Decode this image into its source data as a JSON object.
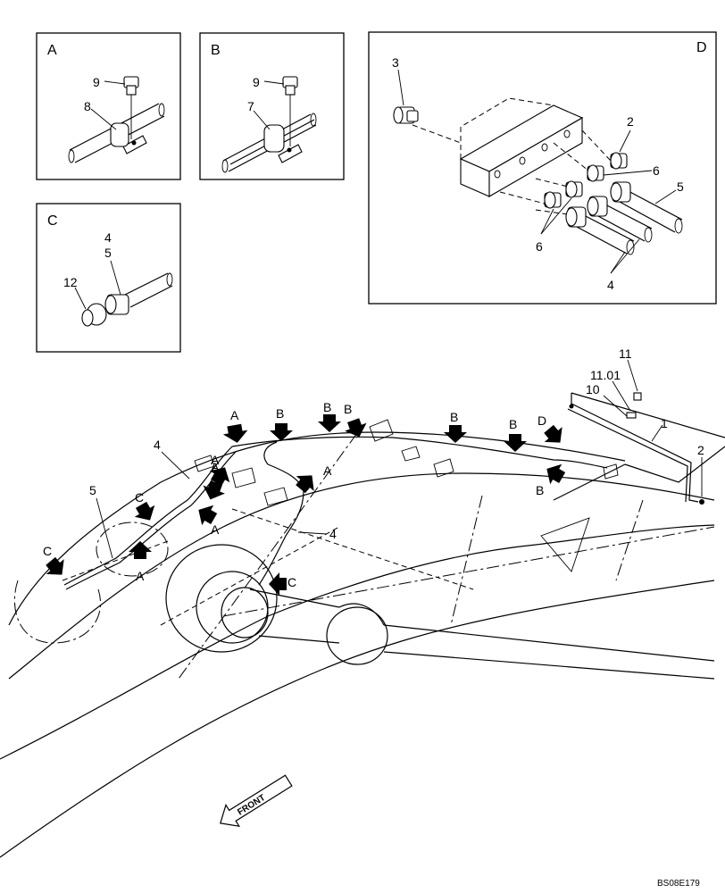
{
  "panels": {
    "a": {
      "title": "A",
      "labels": {
        "bolt": "9",
        "clamp": "8"
      }
    },
    "b": {
      "title": "B",
      "labels": {
        "bolt": "9",
        "clamp": "7"
      }
    },
    "c": {
      "title": "C",
      "labels": {
        "line_top": "4",
        "line_bottom": "5",
        "fitting": "12"
      }
    },
    "d": {
      "title": "D",
      "labels": {
        "plug": "3",
        "fitting_top": "2",
        "nut_top": "6",
        "hose_top": "5",
        "nuts_left": "6",
        "hoses": "4"
      }
    }
  },
  "main": {
    "part_labels": {
      "p11": "11",
      "p1101": "11.01",
      "p10": "10",
      "p1": "1",
      "p2": "2",
      "p4_upper": "4",
      "p4_lower": "4",
      "p5": "5"
    },
    "callouts": [
      "A",
      "B",
      "B",
      "B",
      "B",
      "B",
      "D",
      "A",
      "A",
      "A",
      "A",
      "C",
      "C",
      "C",
      "A",
      "B"
    ],
    "front_label": "FRONT"
  },
  "figure_code": "BS08E179"
}
